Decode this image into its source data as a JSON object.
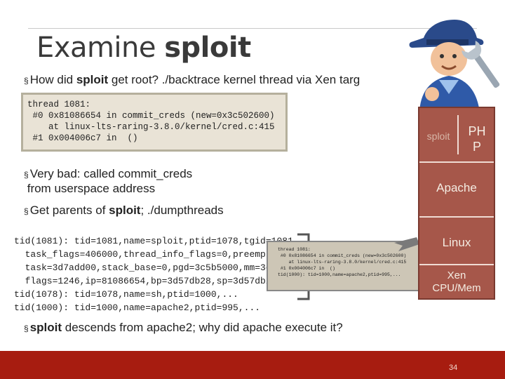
{
  "slide": {
    "title_prefix": "Examine ",
    "title_bold": "sploit",
    "bullet1": {
      "text_a": "How did ",
      "bold": "sploit",
      "text_b": " get root? ./backtrace kernel thread via Xen targ"
    },
    "code1": [
      "thread 1081:",
      " #0 0x81086654 in commit_creds (new=0x3c502600)",
      "    at linux-lts-raring-3.8.0/kernel/cred.c:415",
      " #1 0x004006c7 in  ()"
    ],
    "bullet2_lines": [
      "Very bad: called commit_creds",
      " from userspace address"
    ],
    "bullet3": {
      "text_a": "Get parents of ",
      "bold": "sploit",
      "text_b": "; ./dumpthreads"
    },
    "code2": [
      "tid(1081): tid=1081,name=sploit,ptid=1078,tgid=1081,",
      "  task_flags=406000,thread_info_flags=0,preempt",
      "  task=3d7add00,stack_base=0,pgd=3c5b5000,mm=3c",
      "  flags=1246,ip=81086654,bp=3d57db28,sp=3d57db2",
      "tid(1078): tid=1078,name=sh,ptid=1000,...",
      "tid(1000): tid=1000,name=apache2,ptid=995,..."
    ],
    "mini_code": [
      "thread 1081:",
      " #0 0x81086654 in commit_creds (new=0x3c502600)",
      "    at linux-lts-raring-3.8.0/kernel/cred.c:415",
      " #1 0x004006c7 in  ()",
      "tid(1000): tid=1000,name=apache2,ptid=995,..."
    ],
    "bullet4": {
      "bold": "sploit",
      "text_b": " descends from apache2; why did apache execute it?"
    },
    "stack": {
      "sploit": "sploit",
      "php": [
        "PH",
        "P"
      ],
      "apache": "Apache",
      "linux": "Linux",
      "xen": [
        "Xen",
        "CPU/Mem"
      ]
    },
    "page_number": "34",
    "colors": {
      "stack": "#a6574a",
      "footer": "#a71c10",
      "code_bg": "#e9e3d6"
    },
    "icons": [
      "mechanic-icon",
      "bullet-marker"
    ]
  }
}
